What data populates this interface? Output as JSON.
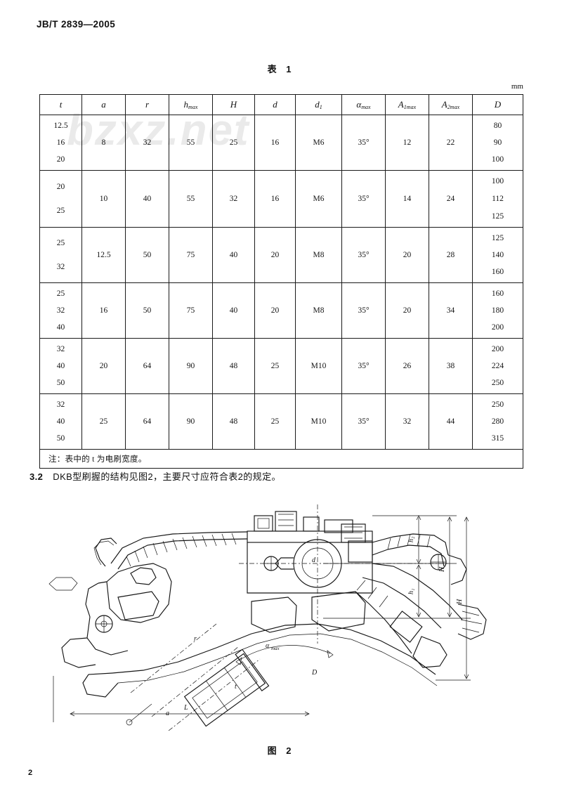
{
  "header": {
    "standard_code": "JB/T 2839—2005"
  },
  "table": {
    "title": "表  1",
    "unit": "mm",
    "columns": [
      {
        "label": "t",
        "italic": true
      },
      {
        "label": "a",
        "italic": true
      },
      {
        "label": "r",
        "italic": true
      },
      {
        "label": "h",
        "sub": "max",
        "italic": true
      },
      {
        "label": "H",
        "italic": true
      },
      {
        "label": "d",
        "italic": true
      },
      {
        "label": "d",
        "sub": "1",
        "italic": true
      },
      {
        "label": "α",
        "sub": "max",
        "italic": true
      },
      {
        "label": "A",
        "sub": "1max",
        "italic": true
      },
      {
        "label": "A",
        "sub": "2max",
        "italic": true
      },
      {
        "label": "D",
        "italic": true
      }
    ],
    "rows": [
      {
        "t": [
          "12.5",
          "16",
          "20"
        ],
        "a": "8",
        "r": "32",
        "h_max": "55",
        "H": "25",
        "d": "16",
        "d1": "M6",
        "alpha_max": "35°",
        "A1max": "12",
        "A2max": "22",
        "D": [
          "80",
          "90",
          "100"
        ]
      },
      {
        "t": [
          "20",
          "25"
        ],
        "a": "10",
        "r": "40",
        "h_max": "55",
        "H": "32",
        "d": "16",
        "d1": "M6",
        "alpha_max": "35°",
        "A1max": "14",
        "A2max": "24",
        "D": [
          "100",
          "112",
          "125"
        ]
      },
      {
        "t": [
          "25",
          "32"
        ],
        "a": "12.5",
        "r": "50",
        "h_max": "75",
        "H": "40",
        "d": "20",
        "d1": "M8",
        "alpha_max": "35°",
        "A1max": "20",
        "A2max": "28",
        "D": [
          "125",
          "140",
          "160"
        ]
      },
      {
        "t": [
          "25",
          "32",
          "40"
        ],
        "a": "16",
        "r": "50",
        "h_max": "75",
        "H": "40",
        "d": "20",
        "d1": "M8",
        "alpha_max": "35°",
        "A1max": "20",
        "A2max": "34",
        "D": [
          "160",
          "180",
          "200"
        ]
      },
      {
        "t": [
          "32",
          "40",
          "50"
        ],
        "a": "20",
        "r": "64",
        "h_max": "90",
        "H": "48",
        "d": "25",
        "d1": "M10",
        "alpha_max": "35°",
        "A1max": "26",
        "A2max": "38",
        "D": [
          "200",
          "224",
          "250"
        ]
      },
      {
        "t": [
          "32",
          "40",
          "50"
        ],
        "a": "25",
        "r": "64",
        "h_max": "90",
        "H": "48",
        "d": "25",
        "d1": "M10",
        "alpha_max": "35°",
        "A1max": "32",
        "A2max": "44",
        "D": [
          "250",
          "280",
          "315"
        ]
      }
    ],
    "note": "注：表中的 t 为电刷宽度。"
  },
  "clause": {
    "number": "3.2",
    "text": "DKB型刷握的结构见图2，主要尺寸应符合表2的规定。"
  },
  "figure": {
    "caption": "图  2",
    "labels": {
      "alpha_max": "αmax",
      "h1": "h₁",
      "h2": "h₂",
      "H": "H",
      "a": "a",
      "t": "t",
      "d": "d",
      "D": "D",
      "L": "L",
      "r": "r"
    }
  },
  "watermark": {
    "text": "bzxz.net"
  },
  "page_number": "2"
}
